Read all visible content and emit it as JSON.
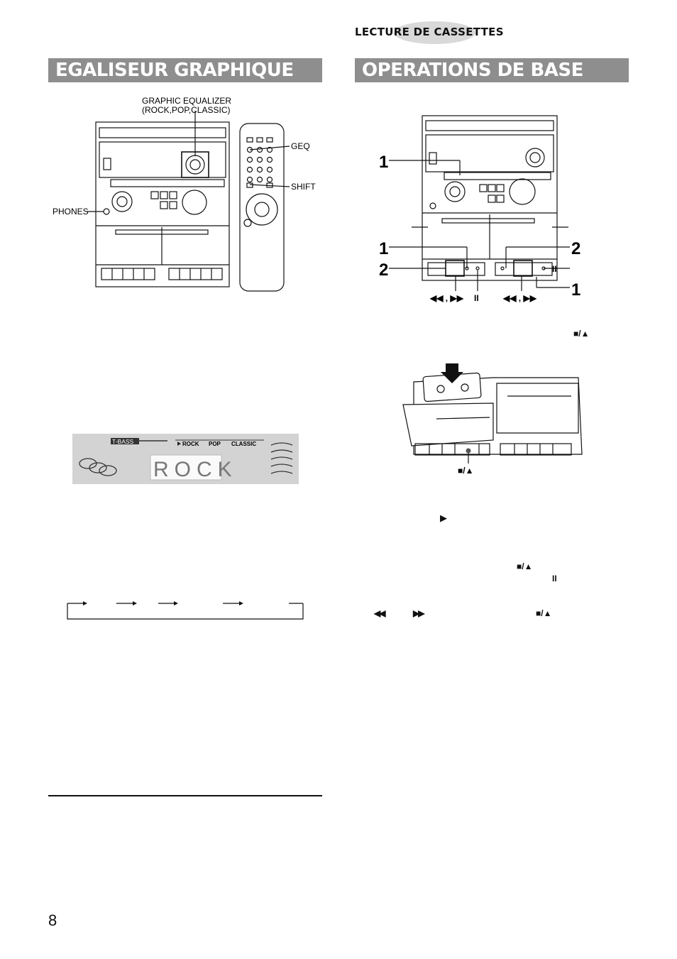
{
  "header": {
    "section": "LECTURE DE CASSETTES"
  },
  "left": {
    "title": "EGALISEUR GRAPHIQUE",
    "unit_labels": {
      "graphic_eq": "GRAPHIC EQUALIZER",
      "graphic_eq_modes": "(ROCK,POP,CLASSIC)",
      "phones": "PHONES",
      "geq": "GEQ",
      "shift": "SHIFT"
    },
    "display": {
      "tbass": "T-BASS",
      "modes": [
        "ROCK",
        "POP",
        "CLASSIC"
      ],
      "readout": "ROCK"
    }
  },
  "right": {
    "title": "OPERATIONS DE BASE",
    "callouts": [
      "1",
      "1",
      "2",
      "2",
      "1"
    ],
    "transport": {
      "rew_ff": "◀◀ , ▶▶",
      "pause": "II",
      "stop_eject": "■/▲",
      "play": "▶",
      "rew": "◀◀",
      "ff": "▶▶"
    }
  },
  "footer": {
    "page": "8"
  }
}
